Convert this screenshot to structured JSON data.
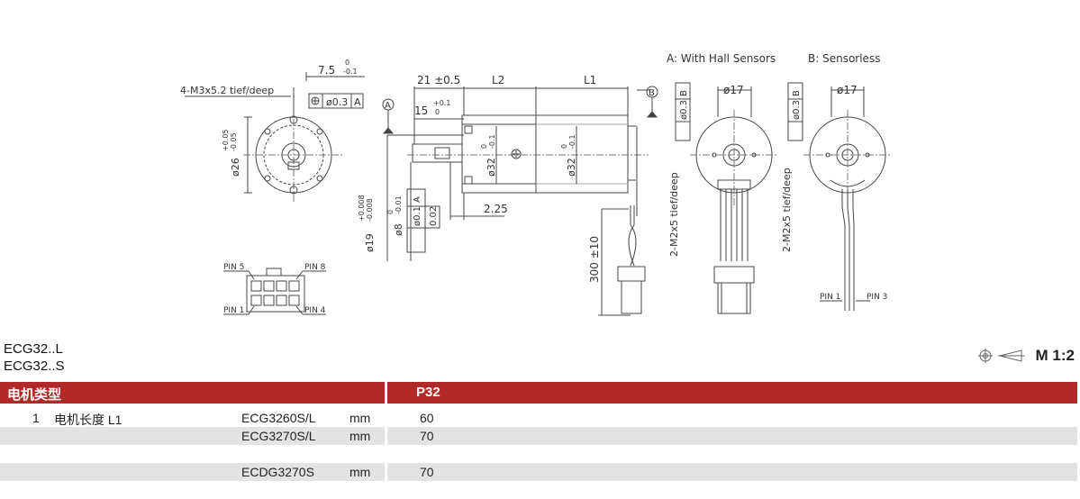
{
  "drawing": {
    "legend_a": "A: With Hall Sensors",
    "legend_b": "B: Sensorless",
    "thread_note": "4-M3x5.2 tief/deep",
    "dim_7_5": "7.5",
    "tol_0": "0",
    "tol_m01": "-0.1",
    "tol_p01": "+0.1",
    "dim_21": "21 ±0.5",
    "dim_l2": "L2",
    "dim_l1": "L1",
    "dim_15": "15",
    "dim_d26": "ø26",
    "tol_p005": "+0.05",
    "tol_m005": "-0.05",
    "dim_d32": "ø32",
    "dim_2_25": "2.25",
    "dim_d19": "ø19",
    "tol_p0008": "+0.008",
    "tol_m0008": "-0.008",
    "dim_d8": "ø8",
    "tol_m001": "-0.01",
    "gdt_03": "ø0.3",
    "gdt_01": "ø0.1",
    "gdt_002": "0.02",
    "datum_a": "A",
    "datum_b": "B",
    "dim_300": "300 ±10",
    "dim_d17": "ø17",
    "holes_note": "2-M2x5 tief/deep",
    "pin5": "PIN 5",
    "pin8": "PIN 8",
    "pin1": "PIN 1",
    "pin4": "PIN 4",
    "pin3": "PIN 3"
  },
  "models": [
    "ECG32..L",
    "ECG32..S"
  ],
  "scale": "M 1:2",
  "table": {
    "header_left": "电机类型",
    "header_right": "P32",
    "rows": [
      {
        "num": "1",
        "param": "电机长度 L1",
        "model": "ECG3260S/L",
        "unit": "mm",
        "value": "60"
      },
      {
        "num": "",
        "param": "",
        "model": "ECG3270S/L",
        "unit": "mm",
        "value": "70"
      },
      {
        "num": "",
        "param": "",
        "model": "",
        "unit": "",
        "value": ""
      },
      {
        "num": "",
        "param": "",
        "model": "ECDG3270S",
        "unit": "mm",
        "value": "70"
      }
    ]
  }
}
